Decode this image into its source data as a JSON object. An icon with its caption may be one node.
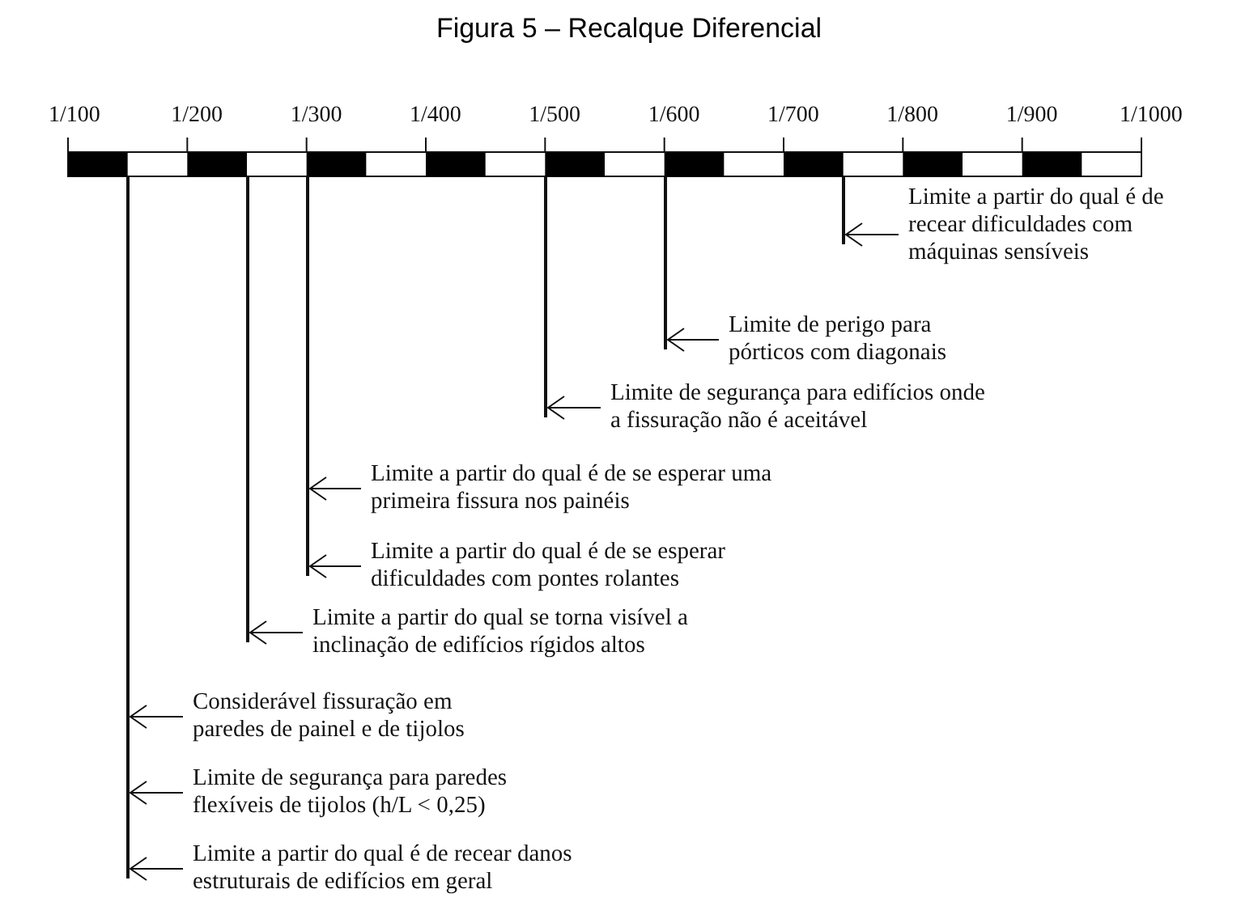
{
  "diagram": {
    "title": "Figura 5 – Recalque Diferencial",
    "nodes": [
      {
        "text": [
          "Limite a partir do qual é de recear dificuldades com máquinas sensíveis"
        ]
      },
      {
        "text": [
          "Limite de perigo para pórticos com diagonais"
        ]
      },
      {
        "text": [
          "Limite de segurança para edifícios onde a fissuração não é aceitável"
        ]
      },
      {
        "text": [
          "Limite a partir do qual é de se esperar uma primeira fissura nos painéis"
        ]
      },
      {
        "text": [
          "Limite a partir do qual é de se esperar dificuldades com pontes rolantes"
        ]
      },
      {
        "text": [
          "Limite a partir do qual se torna visível a inclinação de edifícios rígidos altos"
        ]
      },
      {
        "text": [
          "Considerável fissuração em paredes de painel e de tijolos"
        ]
      },
      {
        "text": [
          "Limite de segurança para paredes flexíveis de tijolos (h/L < 0,25)"
        ]
      },
      {
        "text": [
          "Limite a partir do qual é de recear danos estruturais de edifícios em geral"
        ]
      },
      {
        "text": [],
        "shape": "line"
      },
      {
        "text": [],
        "shape": "line"
      },
      {
        "text": [],
        "shape": "line"
      },
      {
        "text": [],
        "shape": "line"
      },
      {
        "text": [],
        "shape": "line"
      },
      {
        "text": [],
        "shape": "line"
      }
    ],
    "edges": [
      {
        "from": 0,
        "to": 14,
        "arrow": "to"
      },
      {
        "from": 1,
        "to": 13,
        "arrow": "to"
      },
      {
        "from": 2,
        "to": 12,
        "arrow": "to"
      },
      {
        "from": 3,
        "to": 11,
        "arrow": "to"
      },
      {
        "from": 4,
        "to": 11,
        "arrow": "to"
      },
      {
        "from": 5,
        "to": 10,
        "arrow": "to"
      },
      {
        "from": 6,
        "to": 9,
        "arrow": "to"
      },
      {
        "from": 7,
        "to": 9,
        "arrow": "to"
      },
      {
        "from": 8,
        "to": 9,
        "arrow": "to"
      }
    ],
    "labels": [
      "1/100",
      "1/200",
      "1/300",
      "1/400",
      "1/500",
      "1/600",
      "1/700",
      "1/800",
      "1/900",
      "1/1000"
    ]
  }
}
